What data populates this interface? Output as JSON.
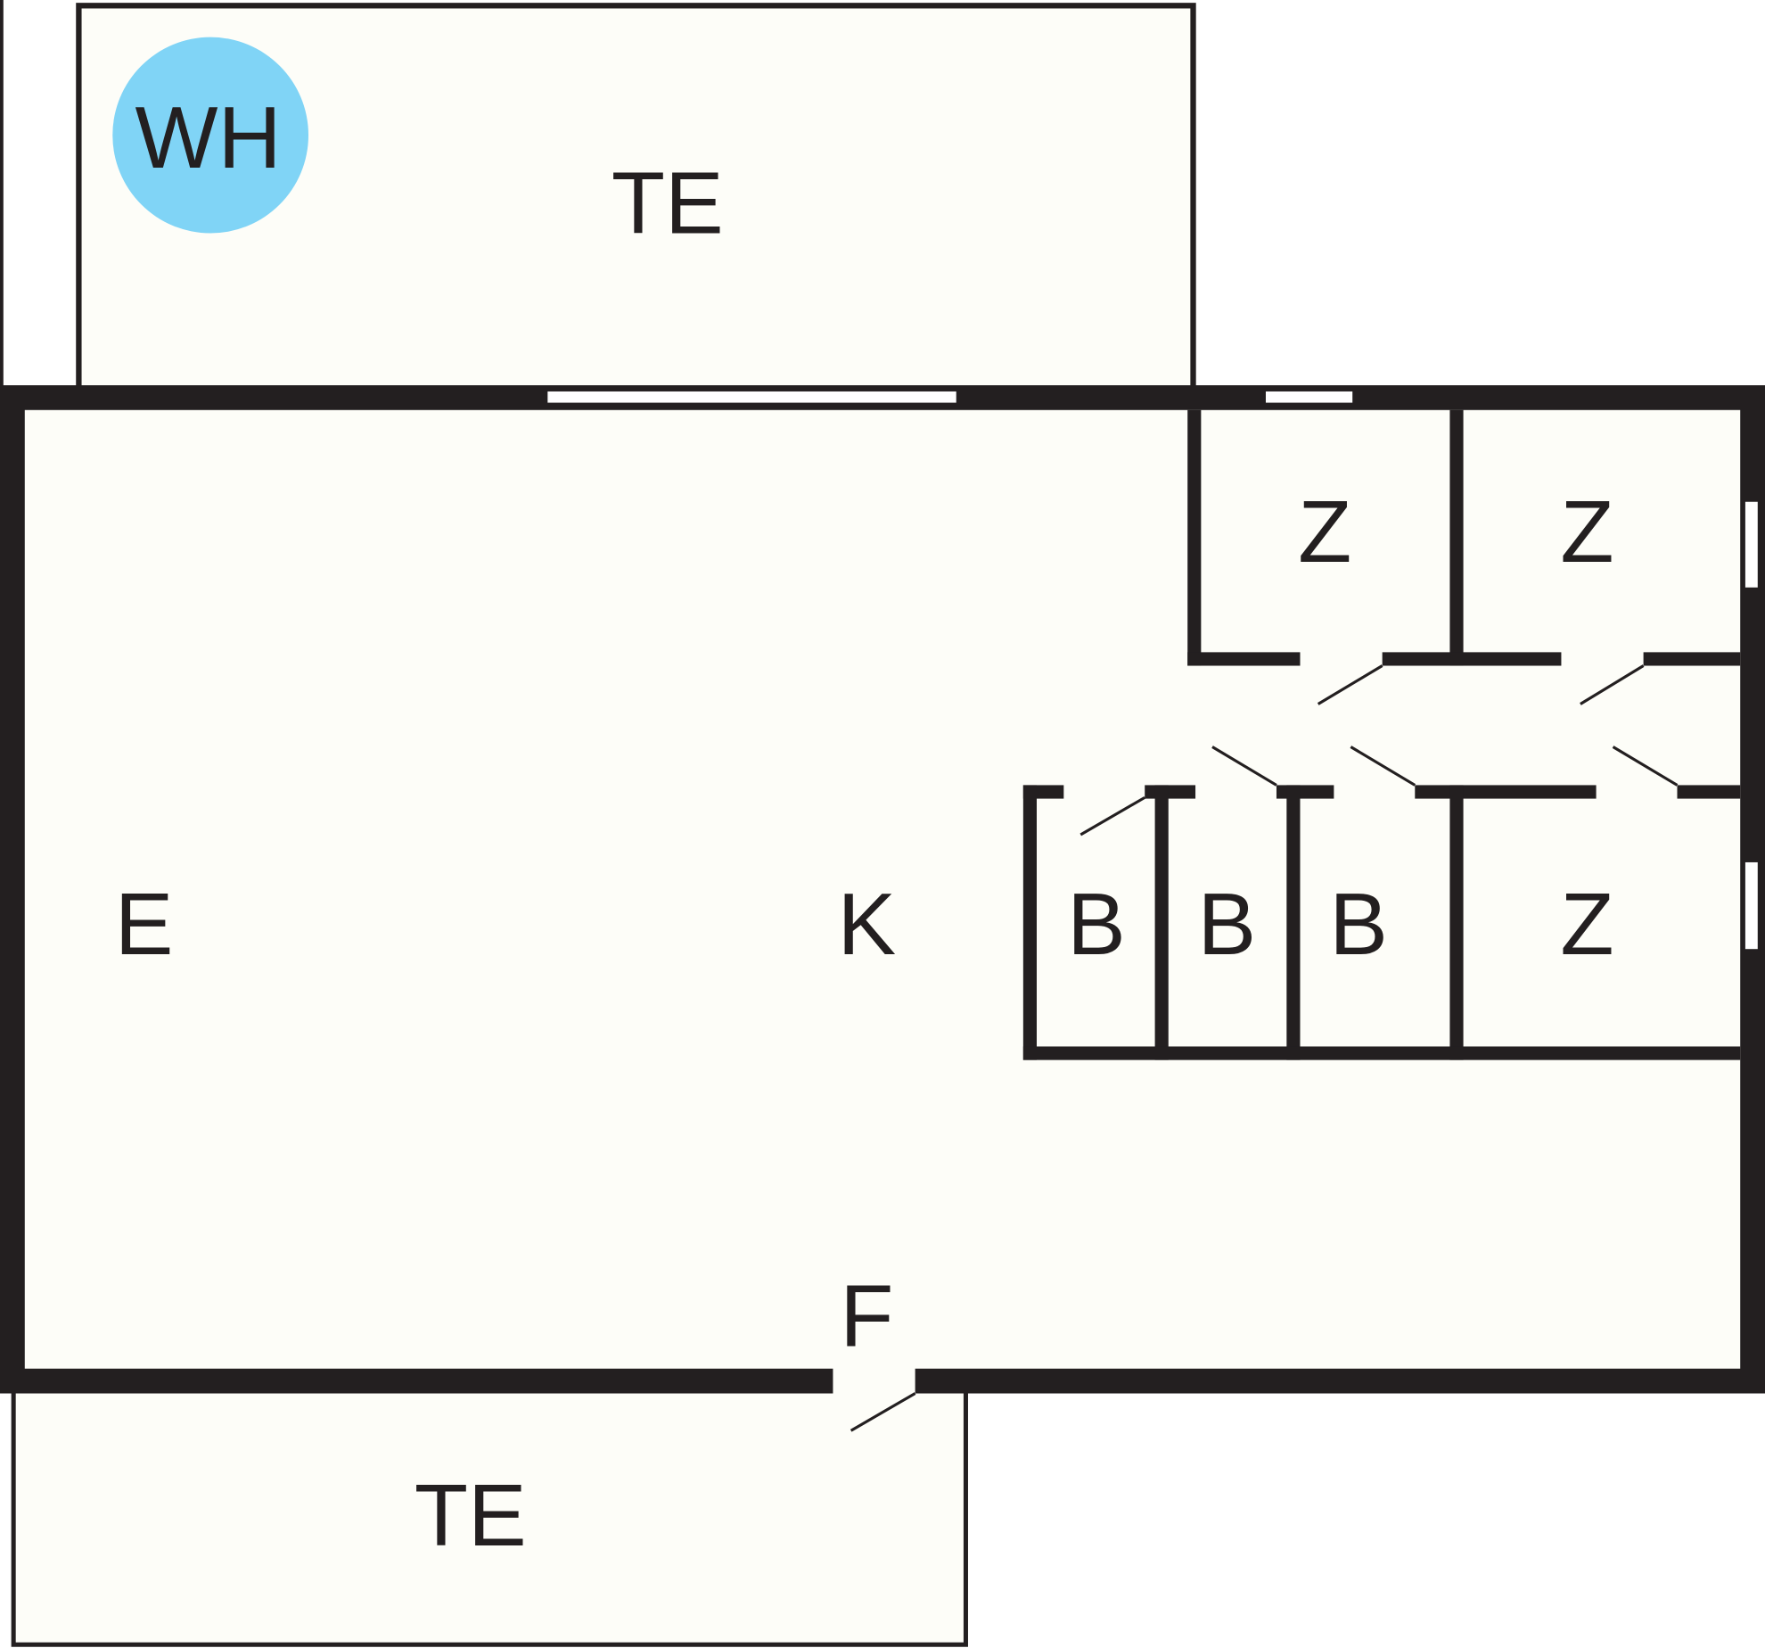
{
  "floorplan": {
    "colors": {
      "wall": "#231f20",
      "floor": "#fdfdf8",
      "wh_marker": "#80d4f6"
    },
    "labels": {
      "wh": "WH",
      "terrace_top": "TE",
      "living": "E",
      "kitchen": "K",
      "bedroom_1": "Z",
      "bedroom_2": "Z",
      "bedroom_3": "Z",
      "bath_1": "B",
      "bath_2": "B",
      "bath_3": "B",
      "hall": "F",
      "terrace_bottom": "TE"
    }
  }
}
